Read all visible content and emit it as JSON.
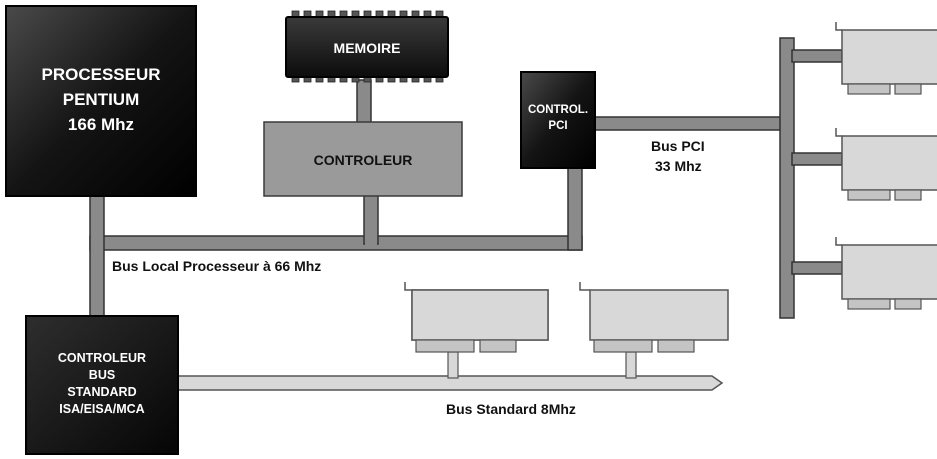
{
  "processor": {
    "lines": [
      "PROCESSEUR",
      "PENTIUM",
      "166 Mhz"
    ]
  },
  "memory": {
    "label": "MEMOIRE"
  },
  "controller": {
    "label": "CONTROLEUR"
  },
  "pci_controller": {
    "lines": [
      "CONTROL.",
      "PCI"
    ]
  },
  "std_controller": {
    "lines": [
      "CONTROLEUR",
      "BUS",
      "STANDARD",
      "ISA/EISA/MCA"
    ]
  },
  "labels": {
    "local_bus": "Bus Local Processeur à 66 Mhz",
    "pci_bus_line1": "Bus PCI",
    "pci_bus_line2": "33 Mhz",
    "std_bus": "Bus Standard 8Mhz"
  },
  "colors": {
    "bus_fill": "#8a8a8a",
    "bus_border": "#3a3a3a",
    "chip_dark": "#1a1a1a",
    "controller_fill": "#9a9a9a",
    "card_fill": "#d8d8d8",
    "card_border": "#555555"
  }
}
